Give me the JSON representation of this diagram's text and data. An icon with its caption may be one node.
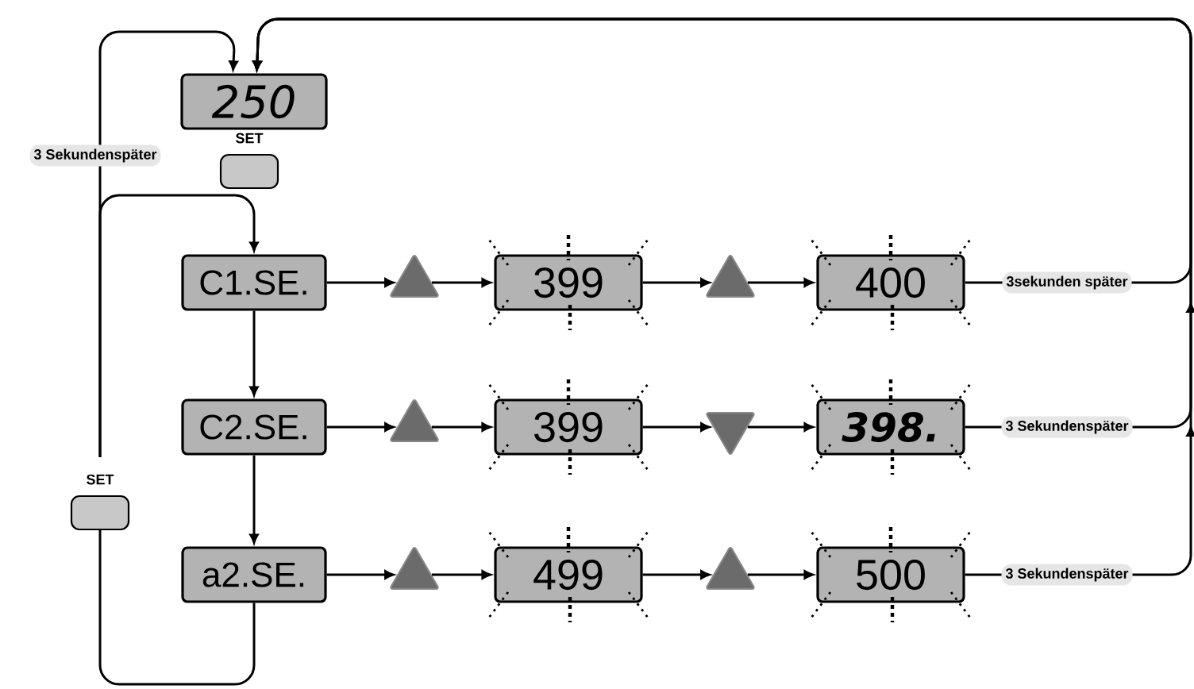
{
  "diagram": {
    "nodes": [
      {
        "text": [
          "250"
        ]
      },
      {
        "text": [
          "SET"
        ]
      },
      {
        "text": [
          "SET"
        ]
      },
      {
        "text": [
          "C1.SE."
        ]
      },
      {
        "text": [],
        "shape": "triangle"
      },
      {
        "text": [
          "399"
        ]
      },
      {
        "text": [],
        "shape": "triangle"
      },
      {
        "text": [
          "400"
        ]
      },
      {
        "text": [
          "C2.SE."
        ]
      },
      {
        "text": [],
        "shape": "triangle"
      },
      {
        "text": [
          "399"
        ]
      },
      {
        "text": [],
        "shape": "triangle"
      },
      {
        "text": [
          "398."
        ]
      },
      {
        "text": [
          "a2.SE."
        ]
      },
      {
        "text": [],
        "shape": "triangle"
      },
      {
        "text": [
          "499"
        ]
      },
      {
        "text": [],
        "shape": "triangle"
      },
      {
        "text": [
          "500"
        ]
      }
    ],
    "edges": [
      {
        "from": 2,
        "to": 0,
        "arrow": "to",
        "label": "3 Sekundenspäter"
      },
      {
        "from": 2,
        "to": 3,
        "arrow": "to"
      },
      {
        "from": 13,
        "to": 2,
        "arrow": "none"
      },
      {
        "from": 3,
        "to": 8,
        "arrow": "to"
      },
      {
        "from": 8,
        "to": 13,
        "arrow": "to"
      },
      {
        "from": 3,
        "to": 4,
        "arrow": "to"
      },
      {
        "from": 4,
        "to": 5,
        "arrow": "to"
      },
      {
        "from": 5,
        "to": 6,
        "arrow": "to"
      },
      {
        "from": 6,
        "to": 7,
        "arrow": "to"
      },
      {
        "from": 8,
        "to": 9,
        "arrow": "to"
      },
      {
        "from": 9,
        "to": 10,
        "arrow": "to"
      },
      {
        "from": 10,
        "to": 11,
        "arrow": "to"
      },
      {
        "from": 11,
        "to": 12,
        "arrow": "to"
      },
      {
        "from": 13,
        "to": 14,
        "arrow": "to"
      },
      {
        "from": 14,
        "to": 15,
        "arrow": "to"
      },
      {
        "from": 15,
        "to": 16,
        "arrow": "to"
      },
      {
        "from": 16,
        "to": 17,
        "arrow": "to"
      },
      {
        "from": 7,
        "to": 0,
        "arrow": "to",
        "label": "3sekunden später"
      },
      {
        "from": 12,
        "to": 0,
        "arrow": "to",
        "label": "3 Sekundenspäter"
      },
      {
        "from": 17,
        "to": 0,
        "arrow": "to",
        "label": "3 Sekundenspäter"
      }
    ]
  }
}
